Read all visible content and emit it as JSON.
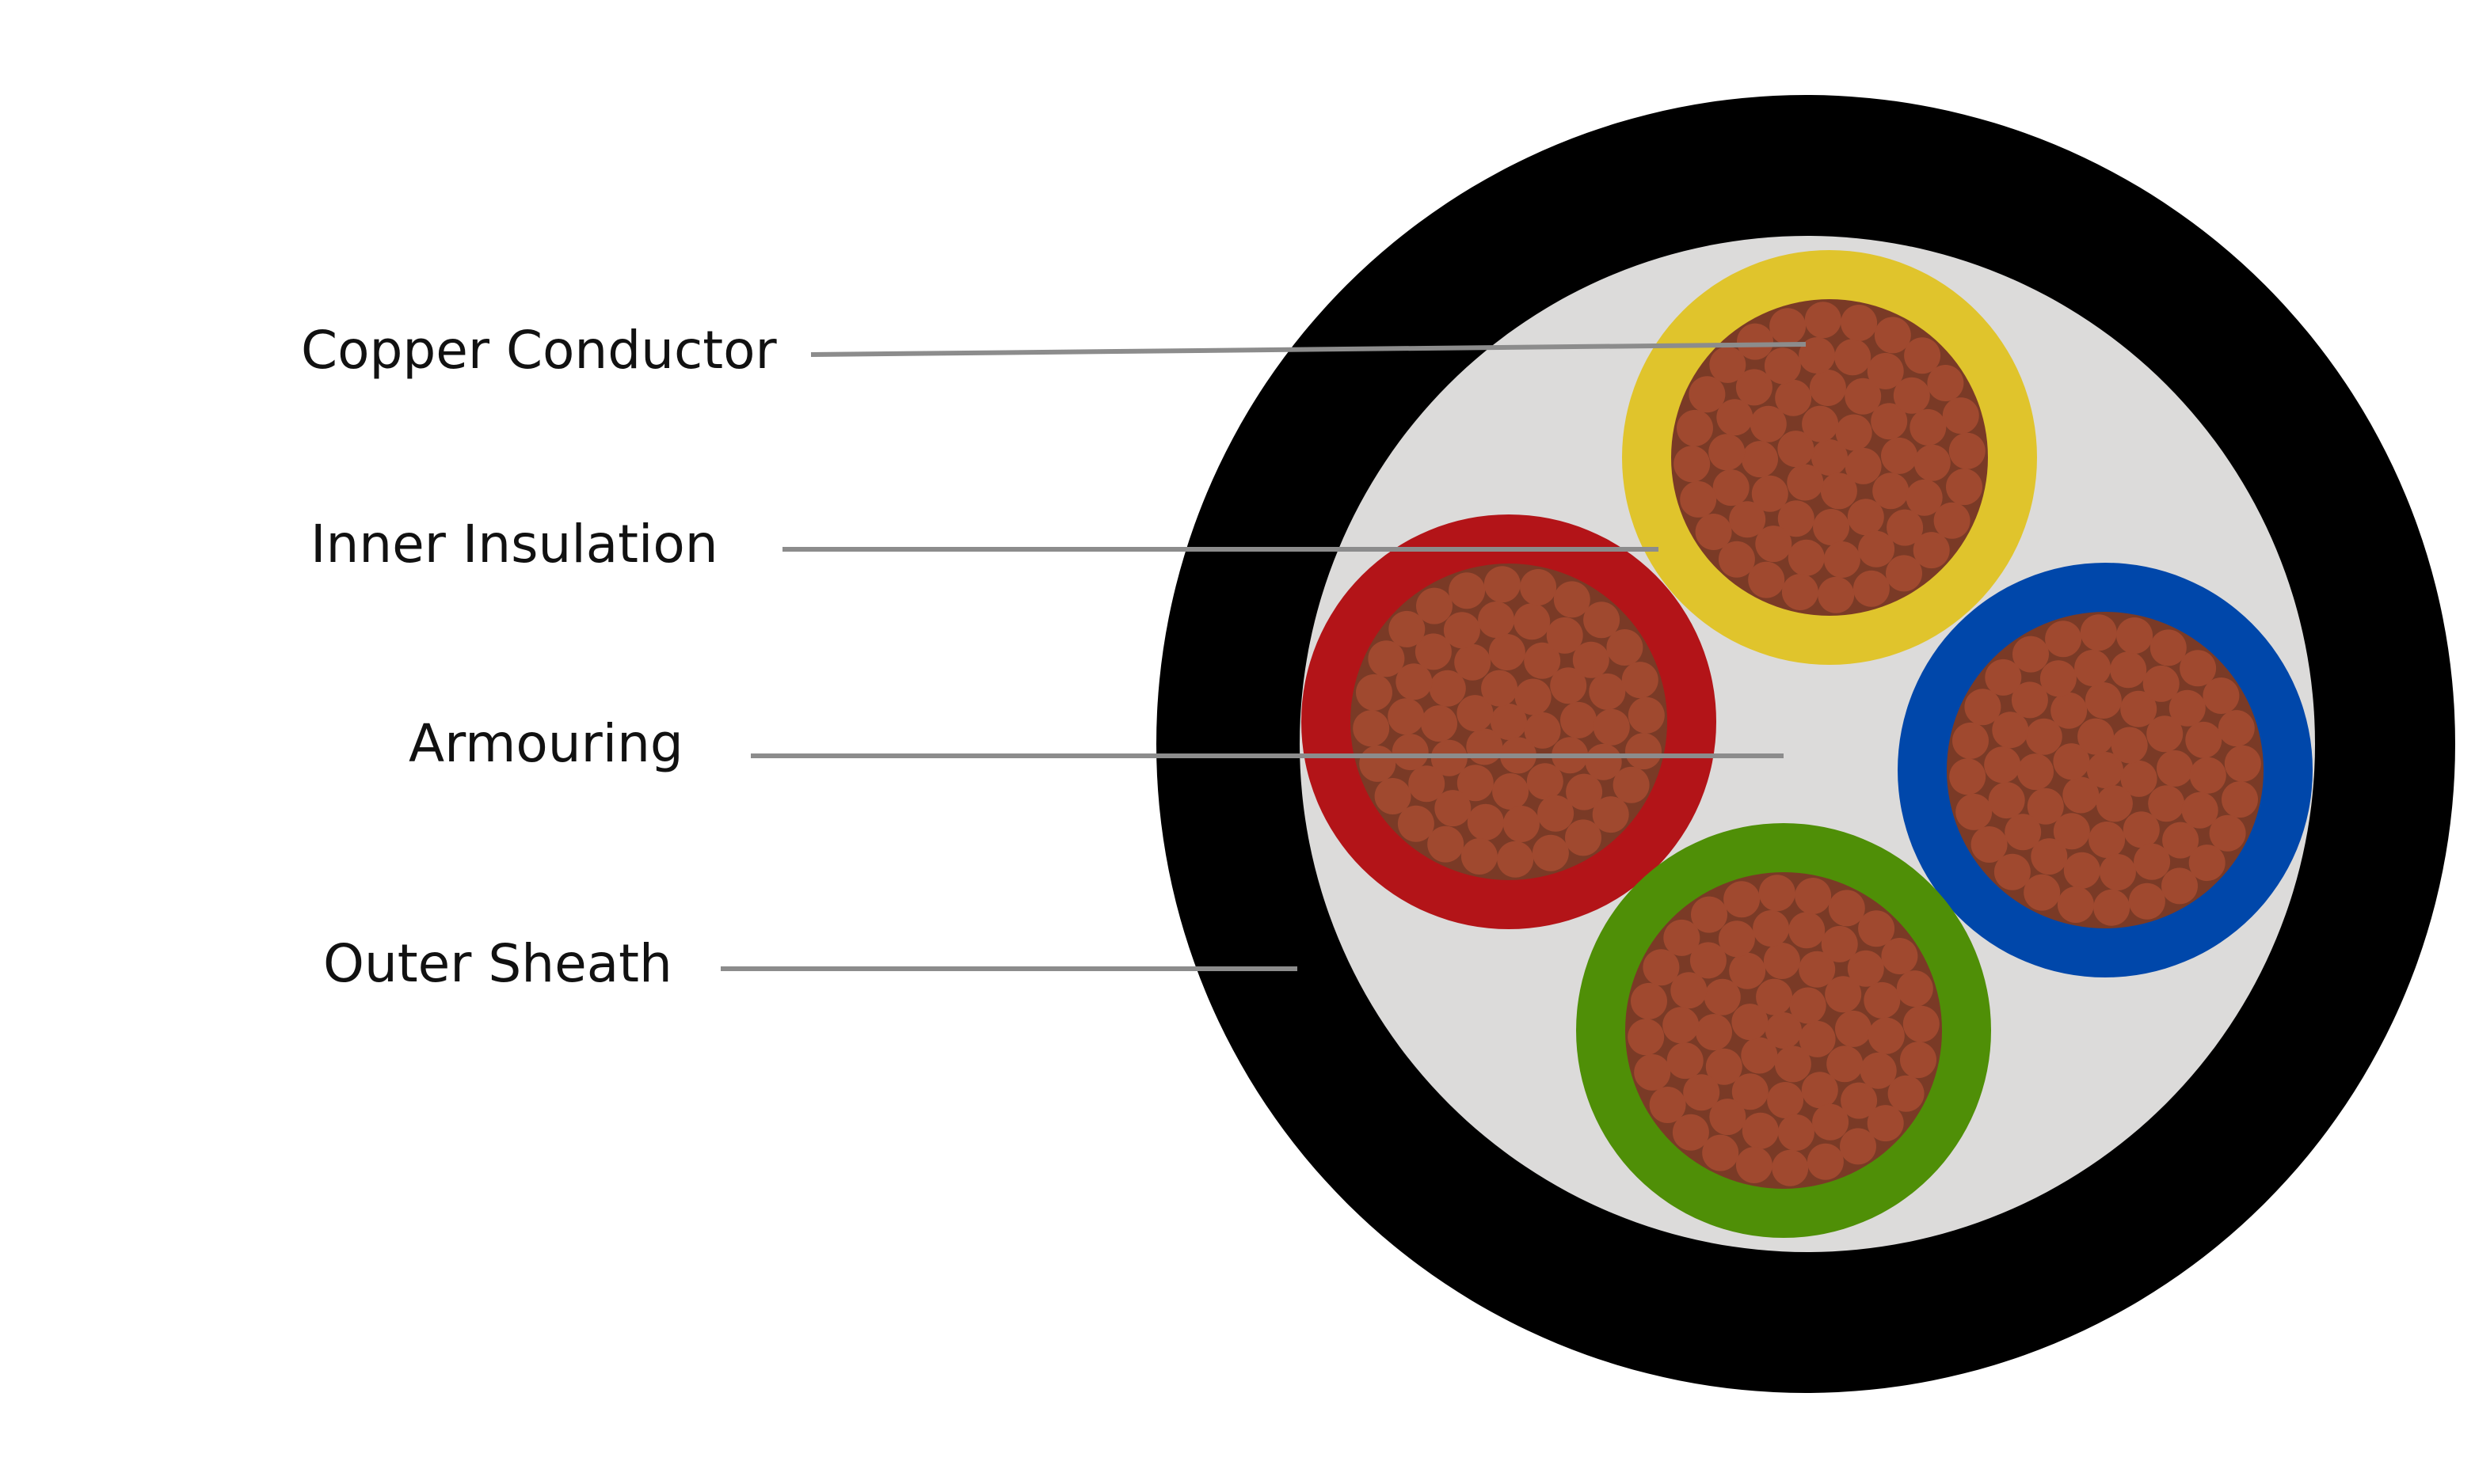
{
  "labels": {
    "copper_conductor": "Copper Conductor",
    "inner_insulation": "Inner Insulation",
    "armouring": "Armouring",
    "outer_sheath": "Outer Sheath"
  },
  "colors": {
    "outer_sheath": "#000000",
    "armouring_fill": "#dcdbda",
    "insulation_yellow": "#e0c42c",
    "insulation_red": "#b31418",
    "insulation_blue": "#0047aa",
    "insulation_green": "#4f8f07",
    "copper_core": "#7a3a26",
    "copper_strand": "#a0492f",
    "leader_line": "#8c8c8c"
  },
  "cores": [
    {
      "name": "yellow-core",
      "color": "insulation_yellow"
    },
    {
      "name": "red-core",
      "color": "insulation_red"
    },
    {
      "name": "blue-core",
      "color": "insulation_blue"
    },
    {
      "name": "green-core",
      "color": "insulation_green"
    }
  ]
}
